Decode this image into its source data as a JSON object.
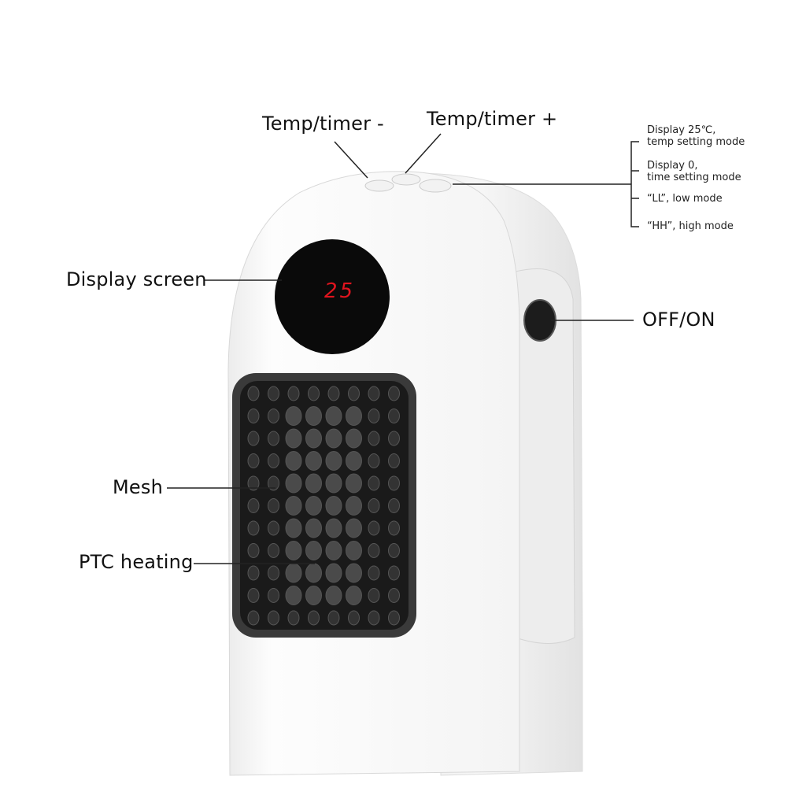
{
  "labels": {
    "temp_minus": "Temp/timer -",
    "temp_plus": "Temp/timer +",
    "display_screen": "Display screen",
    "off_on": "OFF/ON",
    "mesh": "Mesh",
    "ptc_heating": "PTC heating"
  },
  "mode_button_notes": [
    {
      "line1": "Display 25℃,",
      "line2": "temp setting mode"
    },
    {
      "line1": "Display 0,",
      "line2": "time setting mode"
    },
    {
      "line1": "“LL”, low mode",
      "line2": ""
    },
    {
      "line1": "“HH”, high mode",
      "line2": ""
    }
  ],
  "display_value": "25",
  "colors": {
    "display_digits": "#e0141e",
    "body": "#ffffff",
    "mesh": "#1a1a1a"
  }
}
